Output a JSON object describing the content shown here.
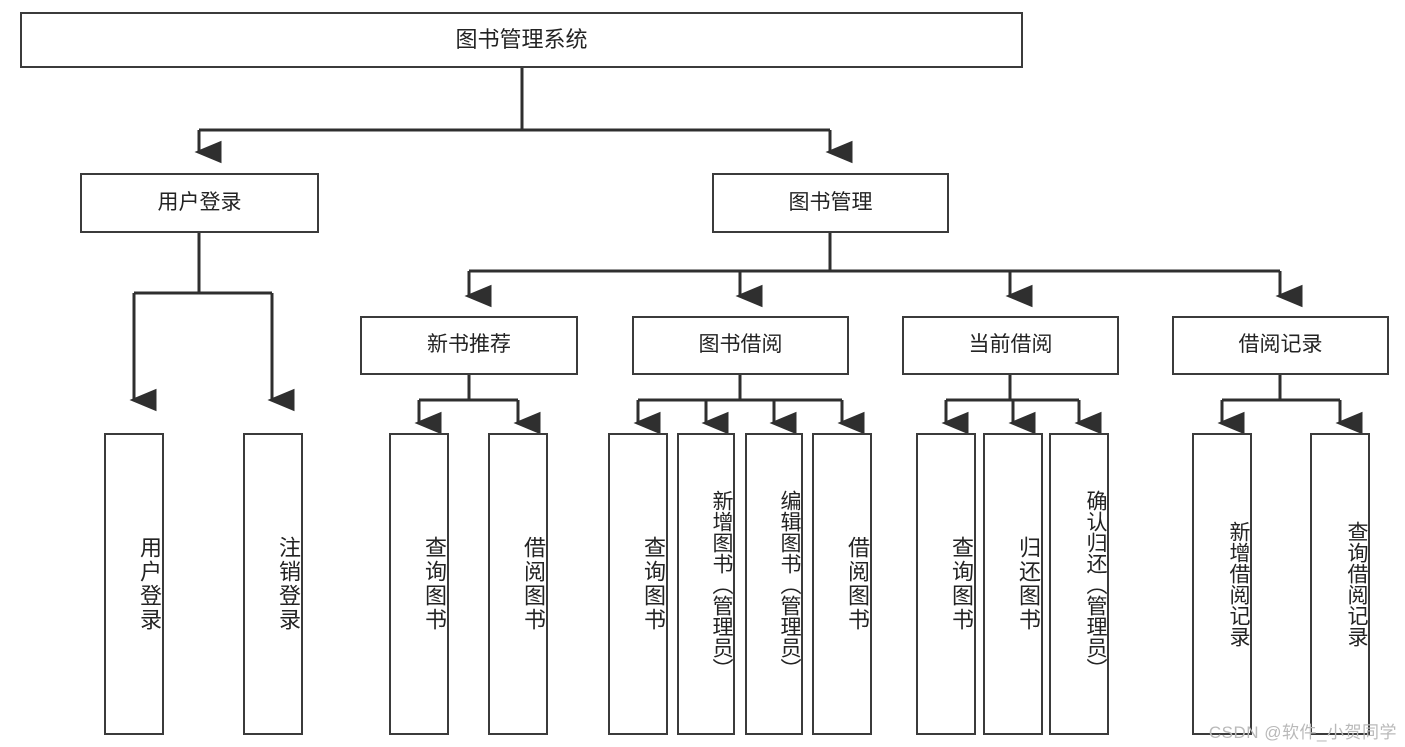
{
  "diagram": {
    "type": "tree-hierarchy",
    "title": "图书管理系统",
    "orientation": "top-down",
    "watermark": "CSDN @软件_小贺同学",
    "colors": {
      "box_border": "#3b3b3b",
      "box_fill": "#ffffff",
      "text": "#232323",
      "connector": "#2f2f2f",
      "watermark": "#b9b9b9"
    },
    "nodes": {
      "root": {
        "label": "图书管理系统",
        "level": 0
      },
      "user_login": {
        "label": "用户登录",
        "level": 1
      },
      "book_manage": {
        "label": "图书管理",
        "level": 1
      },
      "new_book_rec": {
        "label": "新书推荐",
        "level": 2
      },
      "book_borrow": {
        "label": "图书借阅",
        "level": 2
      },
      "current_borrow": {
        "label": "当前借阅",
        "level": 2
      },
      "borrow_record": {
        "label": "借阅记录",
        "level": 2
      },
      "leaf_user_login": {
        "label": "用户登录",
        "level": 3
      },
      "leaf_logout": {
        "label": "注销登录",
        "level": 3
      },
      "leaf_query_book_1": {
        "label": "查询图书",
        "level": 3
      },
      "leaf_borrow_book_1": {
        "label": "借阅图书",
        "level": 3
      },
      "leaf_query_book_2": {
        "label": "查询图书",
        "level": 3
      },
      "leaf_add_book": {
        "label": "新增图书（管理员）",
        "level": 3
      },
      "leaf_edit_book": {
        "label": "编辑图书（管理员）",
        "level": 3
      },
      "leaf_borrow_book_2": {
        "label": "借阅图书",
        "level": 3
      },
      "leaf_query_book_3": {
        "label": "查询图书",
        "level": 3
      },
      "leaf_return_book": {
        "label": "归还图书",
        "level": 3
      },
      "leaf_confirm_return": {
        "label": "确认归还（管理员）",
        "level": 3
      },
      "leaf_add_record": {
        "label": "新增借阅记录",
        "level": 3
      },
      "leaf_query_record": {
        "label": "查询借阅记录",
        "level": 3
      }
    },
    "edges": [
      {
        "from": "root",
        "to": "user_login"
      },
      {
        "from": "root",
        "to": "book_manage"
      },
      {
        "from": "user_login",
        "to": "leaf_user_login"
      },
      {
        "from": "user_login",
        "to": "leaf_logout"
      },
      {
        "from": "book_manage",
        "to": "new_book_rec"
      },
      {
        "from": "book_manage",
        "to": "book_borrow"
      },
      {
        "from": "book_manage",
        "to": "current_borrow"
      },
      {
        "from": "book_manage",
        "to": "borrow_record"
      },
      {
        "from": "new_book_rec",
        "to": "leaf_query_book_1"
      },
      {
        "from": "new_book_rec",
        "to": "leaf_borrow_book_1"
      },
      {
        "from": "book_borrow",
        "to": "leaf_query_book_2"
      },
      {
        "from": "book_borrow",
        "to": "leaf_add_book"
      },
      {
        "from": "book_borrow",
        "to": "leaf_edit_book"
      },
      {
        "from": "book_borrow",
        "to": "leaf_borrow_book_2"
      },
      {
        "from": "current_borrow",
        "to": "leaf_query_book_3"
      },
      {
        "from": "current_borrow",
        "to": "leaf_return_book"
      },
      {
        "from": "current_borrow",
        "to": "leaf_confirm_return"
      },
      {
        "from": "borrow_record",
        "to": "leaf_add_record"
      },
      {
        "from": "borrow_record",
        "to": "leaf_query_record"
      }
    ]
  }
}
